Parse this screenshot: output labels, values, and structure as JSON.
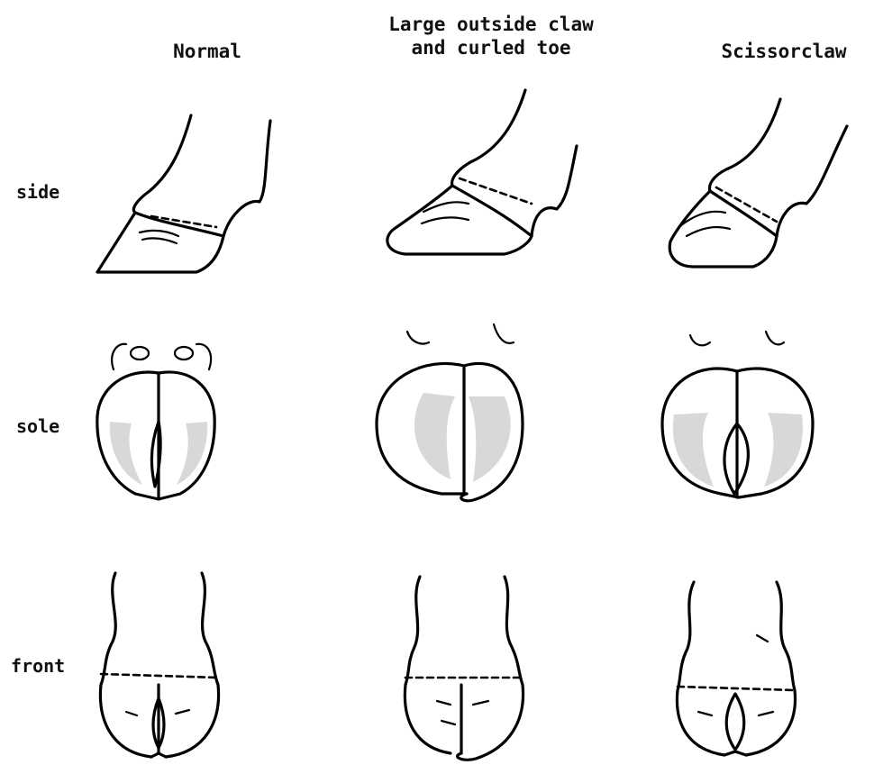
{
  "columns": [
    {
      "title": "Normal"
    },
    {
      "title": "Large outside claw\nand curled toe"
    },
    {
      "title": "Scissorclaw"
    }
  ],
  "rows": [
    {
      "label": "side"
    },
    {
      "label": "sole"
    },
    {
      "label": "front"
    }
  ]
}
